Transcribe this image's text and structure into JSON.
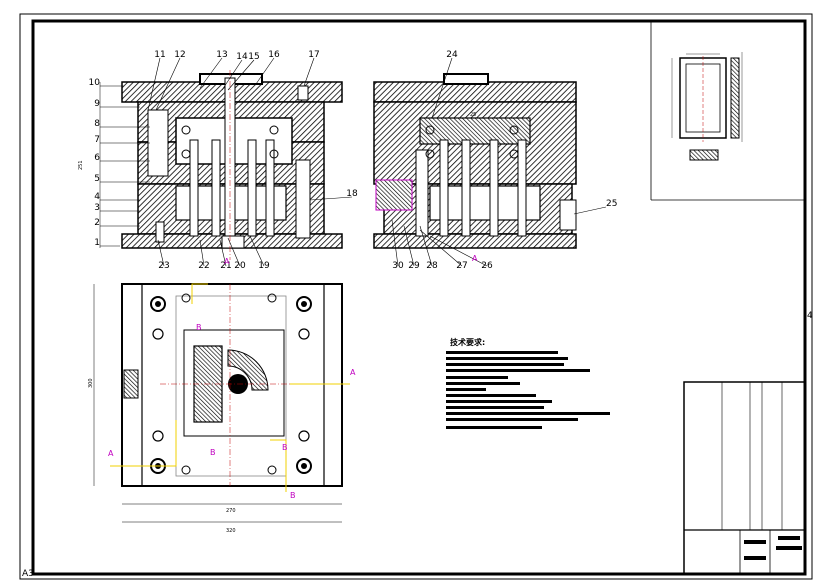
{
  "drawing": {
    "front_view_part_numbers": [
      "1",
      "2",
      "3",
      "4",
      "5",
      "6",
      "7",
      "8",
      "9",
      "10",
      "11",
      "12",
      "13",
      "14",
      "15",
      "16",
      "17",
      "18",
      "19",
      "20",
      "21",
      "22",
      "23"
    ],
    "side_view_part_numbers": [
      "24",
      "25",
      "26",
      "27",
      "28",
      "29",
      "30"
    ],
    "magenta_labels": [
      "A",
      "A",
      "B",
      "B",
      "A",
      "A",
      "B",
      "B"
    ],
    "dimensions": {
      "front_height": "251",
      "plan_height": "300",
      "plan_width_inner": "270",
      "plan_width_outer": "320",
      "side_mark": "25"
    },
    "tech_requirements_title": "技术要求:",
    "corner_marks": {
      "bottom_left": "A3",
      "right": "4"
    }
  }
}
